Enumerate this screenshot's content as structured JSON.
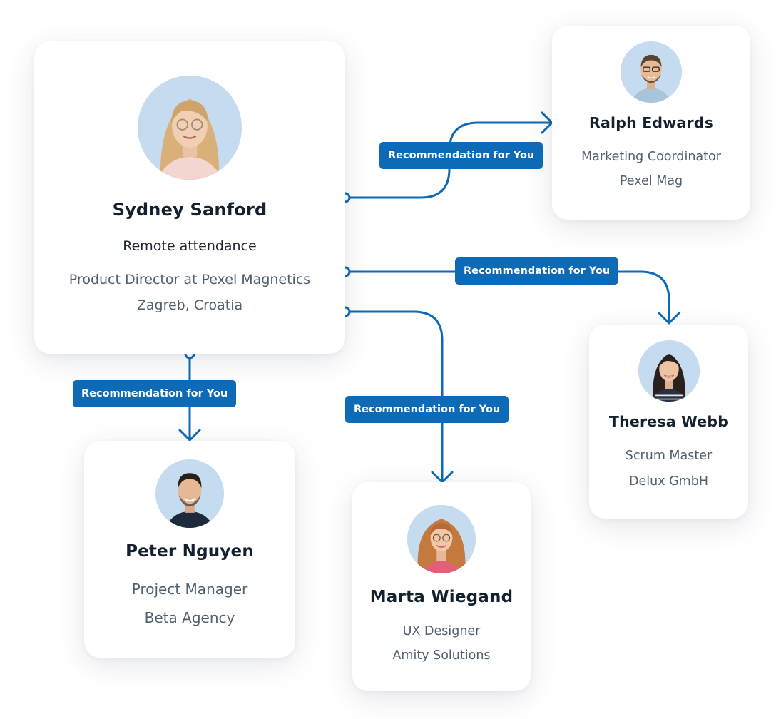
{
  "accent_color": "#0d6ab6",
  "avatar_bg": "#c5dcf0",
  "recommendation_label": "Recommendation for You",
  "main_profile": {
    "name": "Sydney Sanford",
    "status": "Remote attendance",
    "role": "Product Director at Pexel Magnetics",
    "location": "Zagreb, Croatia",
    "avatar_icon": "woman-avatar-icon"
  },
  "recommendations": [
    {
      "name": "Ralph Edwards",
      "role": "Marketing Coordinator",
      "company": "Pexel Mag",
      "avatar_icon": "man-avatar-icon"
    },
    {
      "name": "Theresa Webb",
      "role": "Scrum Master",
      "company": "Delux GmbH",
      "avatar_icon": "woman-avatar-icon"
    },
    {
      "name": "Peter Nguyen",
      "role": "Project Manager",
      "company": "Beta Agency",
      "avatar_icon": "man-avatar-icon"
    },
    {
      "name": "Marta Wiegand",
      "role": "UX Designer",
      "company": "Amity Solutions",
      "avatar_icon": "woman-avatar-icon"
    }
  ]
}
